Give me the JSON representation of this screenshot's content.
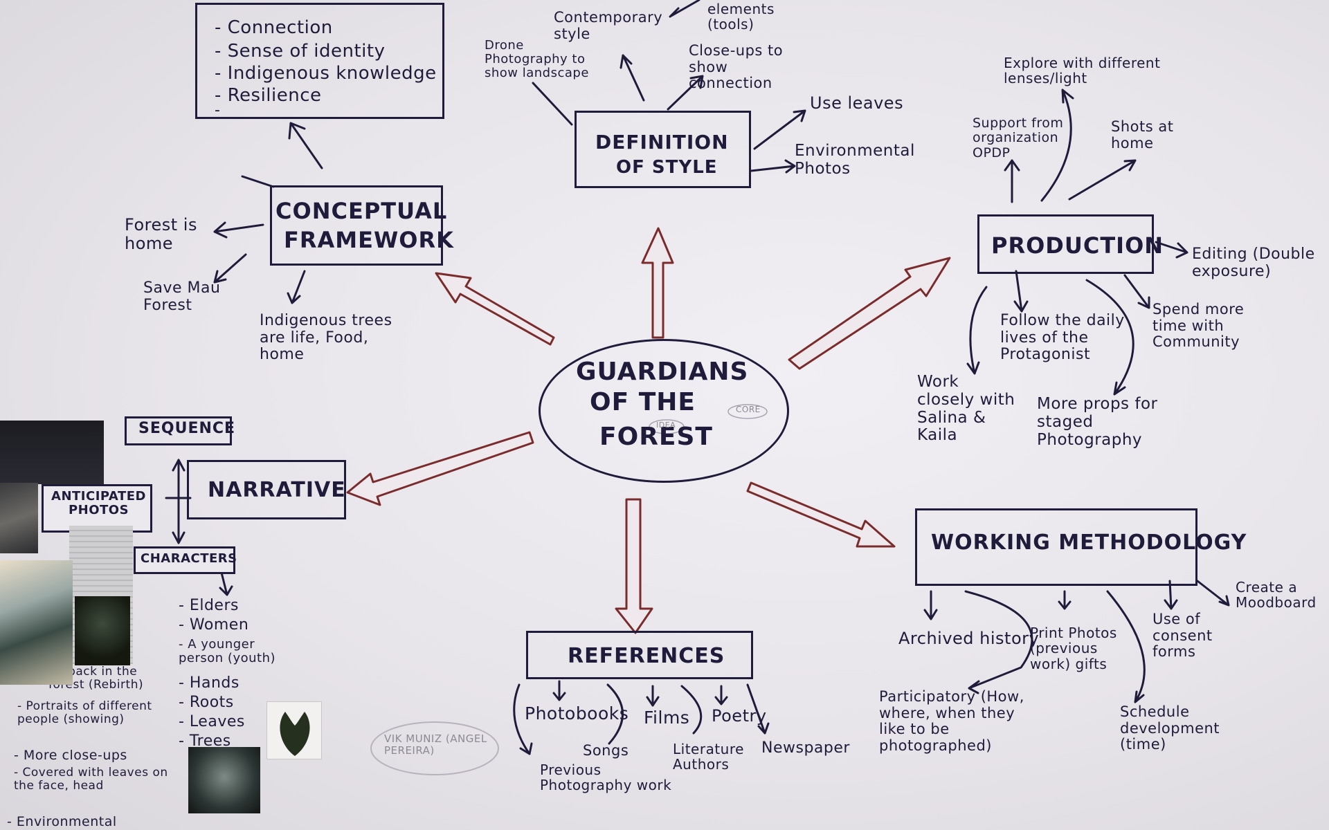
{
  "center": {
    "title_line1": "GUARDIANS",
    "title_line2": "OF THE",
    "title_line3": "FOREST",
    "tag_core": "CORE",
    "tag_idea": "IDEA"
  },
  "conceptual": {
    "title_line1": "CONCEPTUAL",
    "title_line2": "FRAMEWORK",
    "list": [
      "- Connection",
      "- Sense of identity",
      "- Indigenous knowledge",
      "- Resilience",
      "-"
    ],
    "forest_home": "Forest is home",
    "save_mau": "Save Mau Forest",
    "indigenous_trees": "Indigenous trees are life, Food, home"
  },
  "style": {
    "title_line1": "DEFINITION",
    "title_line2": "OF STYLE",
    "contemporary": "Contemporary style",
    "elements": "elements (tools)",
    "drone": "Drone Photography to show landscape",
    "closeups": "Close-ups to show connection",
    "use_leaves": "Use leaves",
    "env_photos": "Environmental Photos"
  },
  "production": {
    "title": "PRODUCTION",
    "explore": "Explore with different lenses/light",
    "support": "Support from organization OPDP",
    "shots": "Shots at home",
    "editing": "Editing (Double exposure)",
    "follow": "Follow the daily lives of the Protagonist",
    "spend": "Spend more time with Community",
    "work_closely": "Work closely with Salina & Kaila",
    "more_props": "More props for staged Photography"
  },
  "narrative": {
    "title": "NARRATIVE",
    "sequence": "SEQUENCE",
    "anticipated": "ANTICIPATED PHOTOS",
    "characters": "CHARACTERS",
    "characters_list": [
      "- Elders",
      "- Women",
      "- A younger person (youth)",
      "- Hands",
      "- Roots",
      "- Leaves",
      "- Trees"
    ],
    "photo_notes": [
      "on back in the forest (Rebirth)",
      "- Portraits of different people (showing)",
      "- More close-ups",
      "- Covered with leaves on the face, head",
      "- Environmental"
    ]
  },
  "references": {
    "title": "REFERENCES",
    "items": [
      "Photobooks",
      "Films",
      "Poetry",
      "Songs",
      "Literature Authors",
      "Newspaper",
      "Previous Photography work"
    ],
    "vik": "VIK MUNIZ (ANGEL PEREIRA)"
  },
  "methodology": {
    "title": "WORKING METHODOLOGY",
    "archived": "Archived history",
    "print": "Print Photos (previous work) gifts",
    "consent": "Use of consent forms",
    "moodboard": "Create a Moodboard",
    "participatory": "Participatory (How, where, when they like to be photographed)",
    "schedule": "Schedule development (time)"
  },
  "colors": {
    "ink": "#1f1b3a",
    "arrow_fill": "#efe8ec",
    "arrow_stroke": "#7a2c2c",
    "paper": "#ece9ee"
  }
}
